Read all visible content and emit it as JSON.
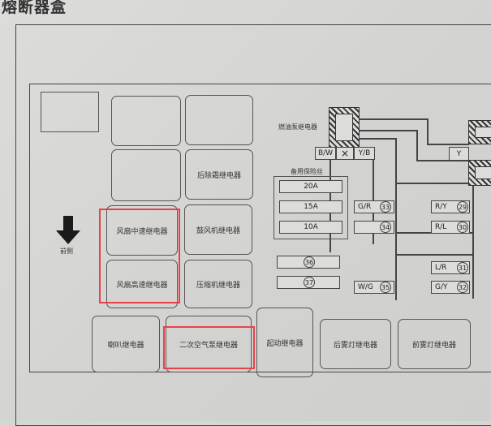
{
  "title": "熔断器盒",
  "front_label": "前侧",
  "fuel_pump_label": "燃油泵继电器",
  "spare_fuses_label": "备用保险丝",
  "relays": {
    "defogger": "后除霜继电器",
    "fan_mid": "风扇中速继电器",
    "blower": "鼓风机继电器",
    "fan_high": "风扇高速继电器",
    "compressor": "压缩机继电器",
    "horn": "喇叭继电器",
    "secondary_air": "二次空气泵继电器",
    "starter": "起动继电器",
    "rear_fog": "后雾灯继电器",
    "front_fog": "前雾灯继电器"
  },
  "spare_fuses": [
    "20A",
    "15A",
    "10A"
  ],
  "fuses": {
    "f36": "36",
    "f37": "37",
    "f33": "33",
    "f34": "34",
    "f35": "35",
    "f29": "29",
    "f30": "30",
    "f31": "31",
    "f32": "32"
  },
  "wire_labels": {
    "bw": "B/W",
    "yb": "Y/B",
    "gr": "G/R",
    "wg": "W/G",
    "ry": "R/Y",
    "rl": "R/L",
    "lr": "L/R",
    "gy": "G/Y",
    "y": "Y"
  },
  "highlight_color": "#e8414b"
}
